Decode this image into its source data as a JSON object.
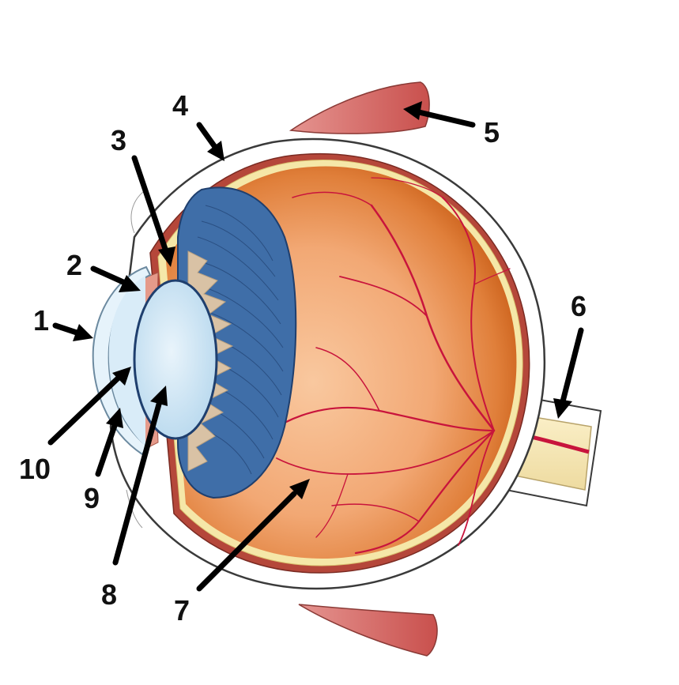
{
  "labels": [
    {
      "id": "1",
      "text": "1"
    },
    {
      "id": "2",
      "text": "2"
    },
    {
      "id": "3",
      "text": "3"
    },
    {
      "id": "4",
      "text": "4"
    },
    {
      "id": "5",
      "text": "5"
    },
    {
      "id": "6",
      "text": "6"
    },
    {
      "id": "7",
      "text": "7"
    },
    {
      "id": "8",
      "text": "8"
    },
    {
      "id": "9",
      "text": "9"
    },
    {
      "id": "10",
      "text": "10"
    }
  ],
  "colors": {
    "sclera": "#ffffff",
    "outline": "#3a3a3a",
    "retina_light": "#f6b98a",
    "retina_dark": "#d9661c",
    "choroid": "#b5473a",
    "ciliary_blue": "#3f6ea8",
    "ciliary_dark": "#1f3f6e",
    "zonule_tan": "#d9c2a5",
    "lens": "#cfe6f5",
    "cornea": "#e6f3fb",
    "iris_pink": "#e59a8a",
    "muscle": "#d9736f",
    "optic_nerve": "#f3e4b3",
    "vessel": "#c8143c"
  }
}
